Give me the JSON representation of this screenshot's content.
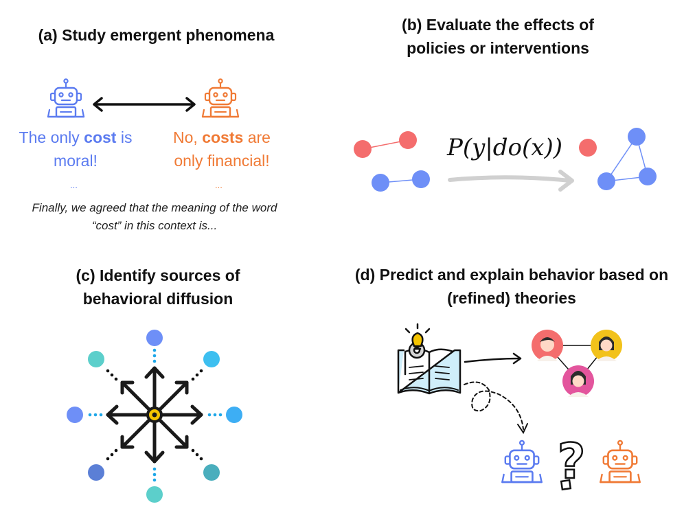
{
  "panels": {
    "a": {
      "title": "(a) Study emergent phenomena",
      "left_text_before": "The only ",
      "left_text_bold": "cost",
      "left_text_after": " is moral!",
      "right_text_before": "No, ",
      "right_text_bold": "costs",
      "right_text_after": " are only financial!",
      "left_ellipsis": "...",
      "right_ellipsis": "...",
      "note": "Finally, we agreed that the meaning of the word “cost” in this context is..."
    },
    "b": {
      "title": "(b) Evaluate the effects of policies or interventions",
      "formula": "P(y|do(x))"
    },
    "c": {
      "title": "(c) Identify sources of behavioral diffusion"
    },
    "d": {
      "title": "(d) Predict and explain behavior based on (refined) theories",
      "question_mark": "?"
    }
  },
  "colors": {
    "blue": "#5b7bf0",
    "orange": "#f07a35",
    "node_red": "#f46d6d",
    "node_blue": "#6e8ff7",
    "arrow_gray": "#d0d0d0"
  },
  "icons": [
    "robot-icon",
    "book-lightbulb-icon",
    "person-avatar-icon",
    "question-mark-icon",
    "gear-icon"
  ]
}
